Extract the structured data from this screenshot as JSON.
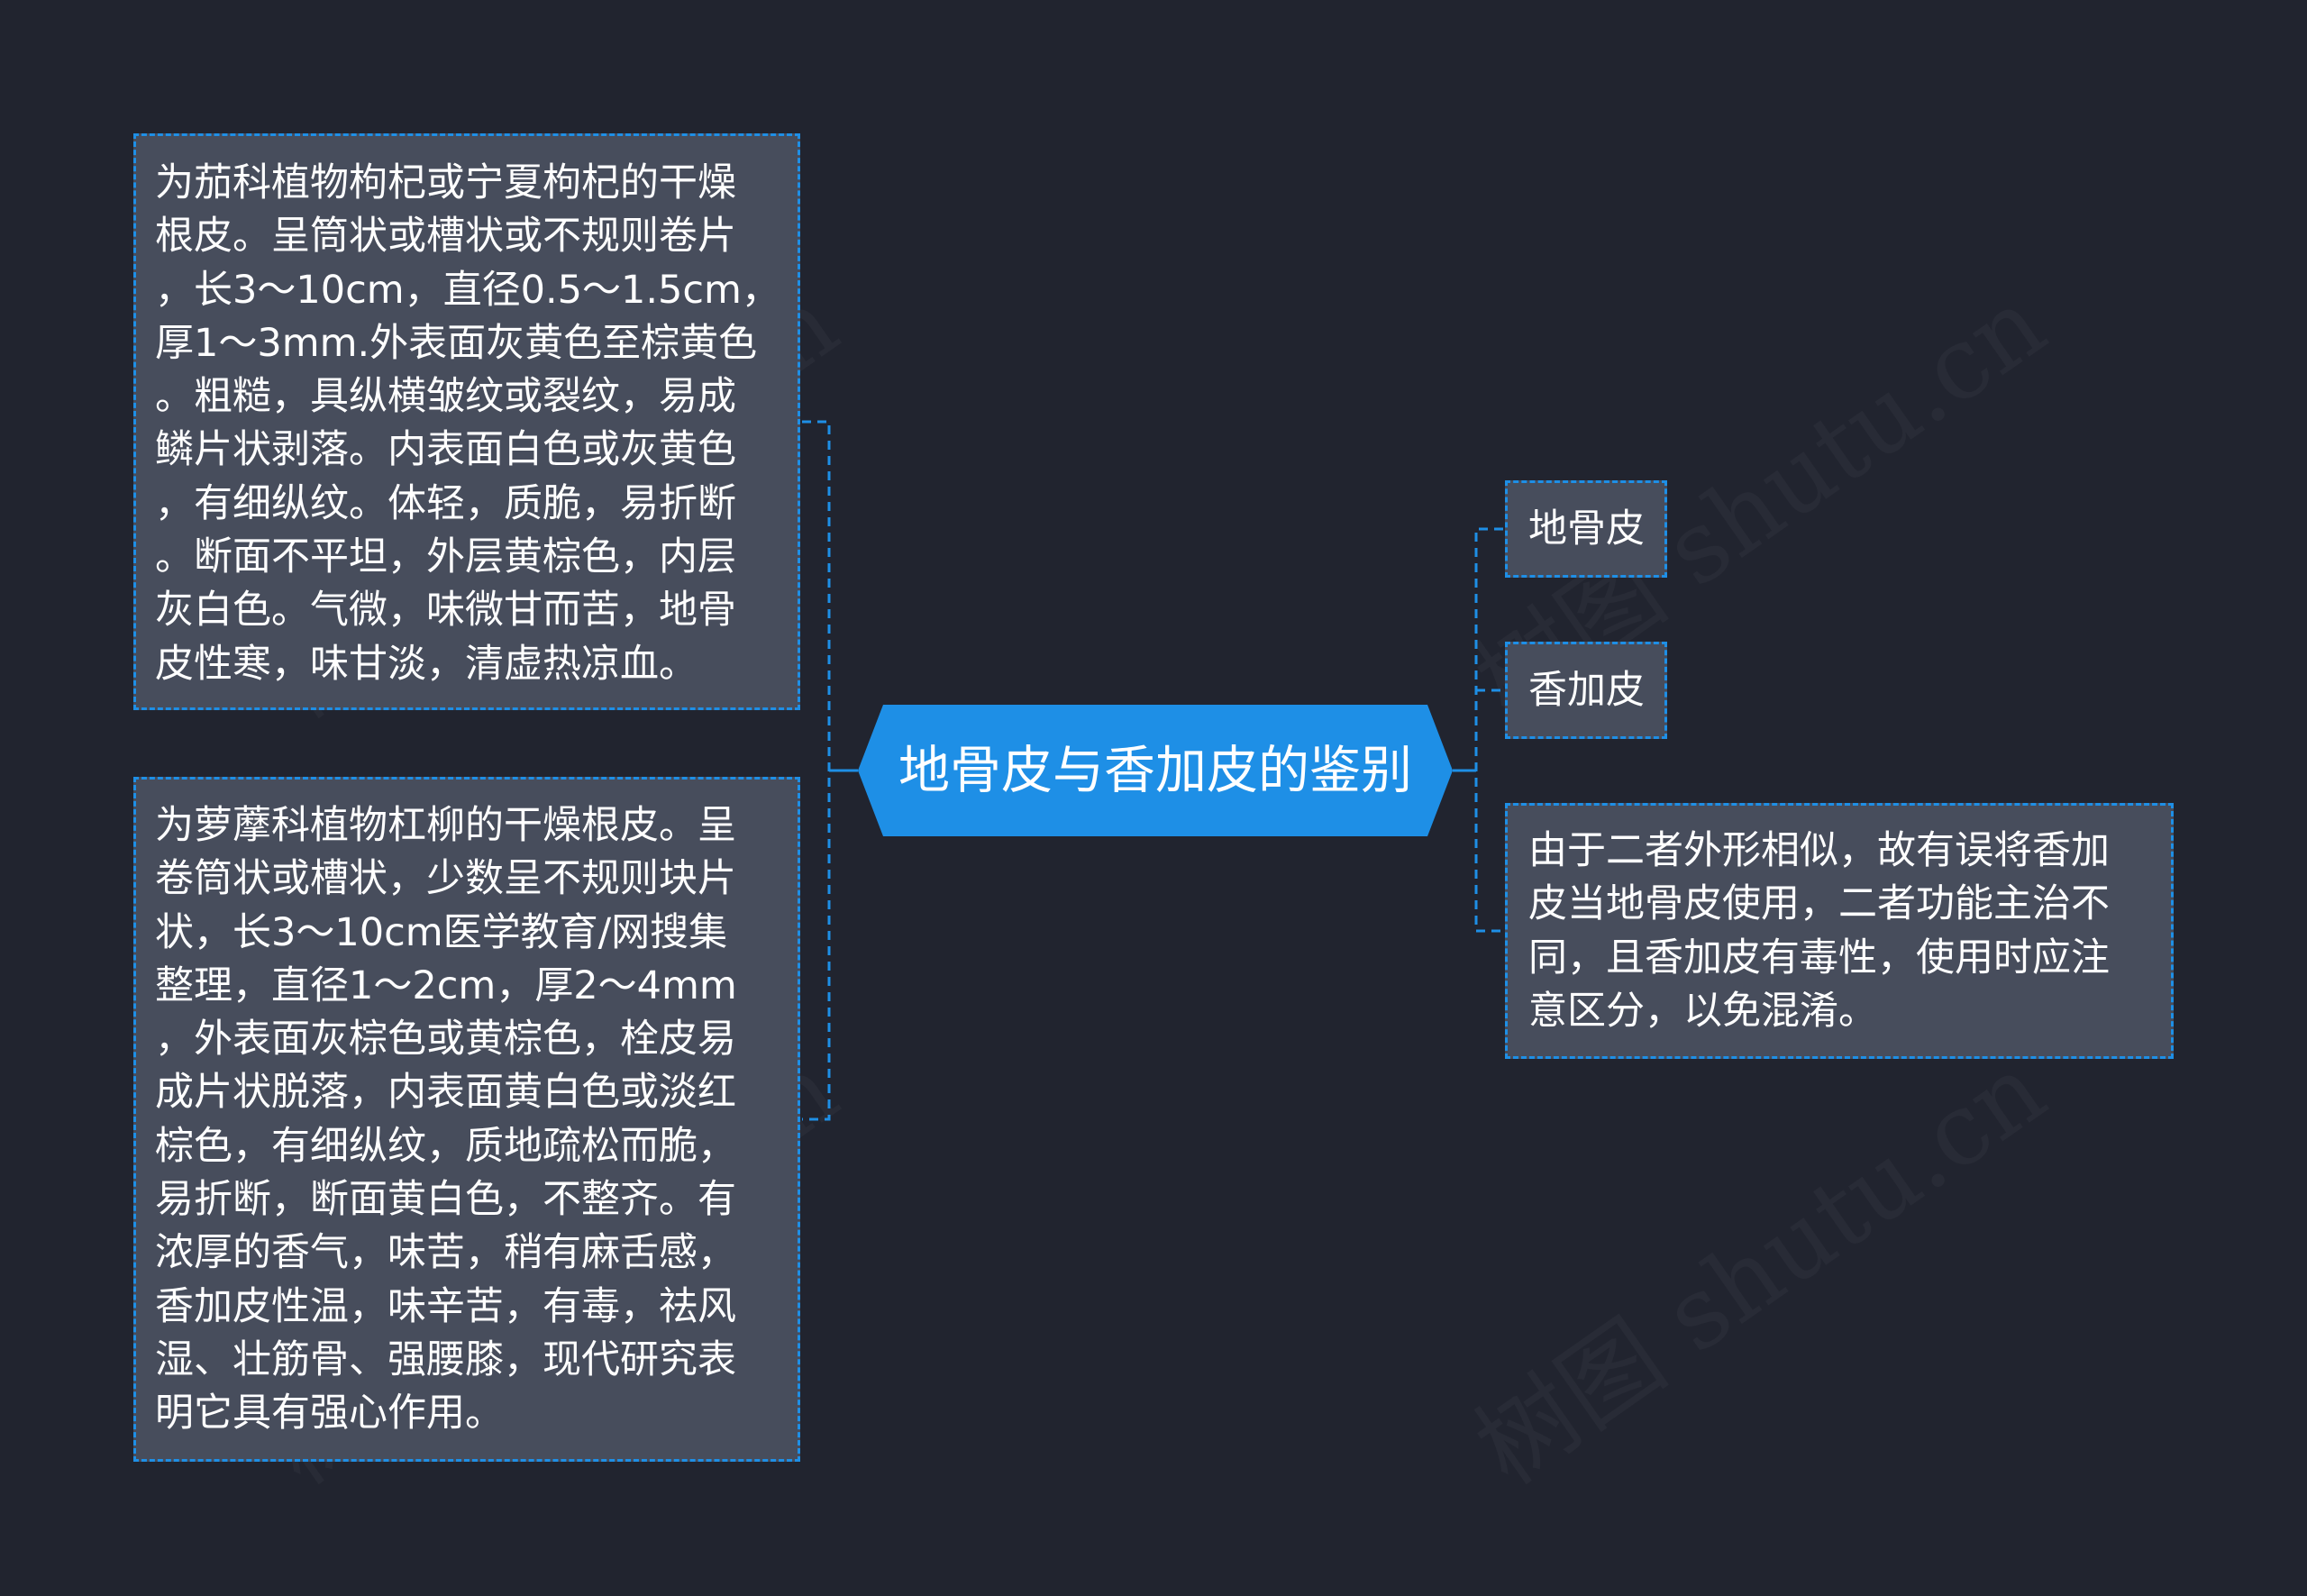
{
  "root": {
    "title": "地骨皮与香加皮的鉴别"
  },
  "left_nodes": [
    {
      "text": "为茄科植物枸杞或宁夏枸杞的干燥\n根皮。呈筒状或槽状或不规则卷片\n，长3～10cm，直径0.5～1.5cm，\n厚1～3mm.外表面灰黄色至棕黄色\n。粗糙，具纵横皱纹或裂纹，易成\n鳞片状剥落。内表面白色或灰黄色\n，有细纵纹。体轻，质脆，易折断\n。断面不平坦，外层黄棕色，内层\n灰白色。气微，味微甘而苦，地骨\n皮性寒，味甘淡，清虚热凉血。"
    },
    {
      "text": "为萝藦科植物杠柳的干燥根皮。呈\n卷筒状或槽状，少数呈不规则块片\n状，长3～10cm医学教育/网搜集\n整理，直径1～2cm，厚2～4mm\n，外表面灰棕色或黄棕色，栓皮易\n成片状脱落，内表面黄白色或淡红\n棕色，有细纵纹，质地疏松而脆，\n易折断，断面黄白色，不整齐。有\n浓厚的香气，味苦，稍有麻舌感，\n香加皮性温，味辛苦，有毒，祛风\n湿、壮筋骨、强腰膝，现代研究表\n明它具有强心作用。"
    }
  ],
  "right_nodes": [
    {
      "text": "地骨皮"
    },
    {
      "text": "香加皮"
    },
    {
      "text": "由于二者外形相似，故有误将香加\n皮当地骨皮使用，二者功能主治不\n同，且香加皮有毒性，使用时应注\n意区分，以免混淆。"
    }
  ],
  "watermark_text": "树图 shutu.cn",
  "colors": {
    "background": "#21242f",
    "node_fill": "#474d5c",
    "accent": "#1e8fe6",
    "root_fill": "#1e8fe6",
    "text": "#ffffff"
  }
}
